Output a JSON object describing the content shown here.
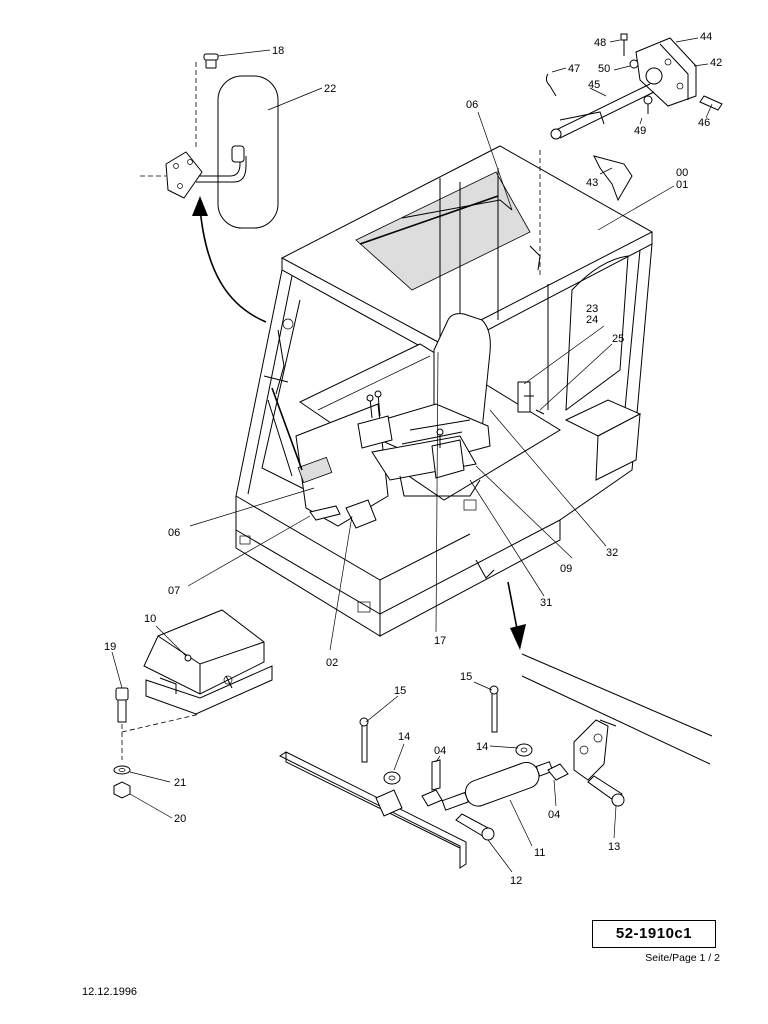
{
  "drawing": {
    "document_number": "52-1910c1",
    "page_reference": "Seite/Page 1 / 2",
    "date": "12.12.1996",
    "callouts": [
      {
        "id": "co-18",
        "label": "18"
      },
      {
        "id": "co-22",
        "label": "22"
      },
      {
        "id": "co-48",
        "label": "48"
      },
      {
        "id": "co-44",
        "label": "44"
      },
      {
        "id": "co-50",
        "label": "50"
      },
      {
        "id": "co-47",
        "label": "47"
      },
      {
        "id": "co-42",
        "label": "42"
      },
      {
        "id": "co-45",
        "label": "45"
      },
      {
        "id": "co-49",
        "label": "49"
      },
      {
        "id": "co-46",
        "label": "46"
      },
      {
        "id": "co-06a",
        "label": "06"
      },
      {
        "id": "co-43",
        "label": "43"
      },
      {
        "id": "co-00",
        "label": "00"
      },
      {
        "id": "co-01",
        "label": "01"
      },
      {
        "id": "co-23",
        "label": "23"
      },
      {
        "id": "co-24",
        "label": "24"
      },
      {
        "id": "co-25",
        "label": "25"
      },
      {
        "id": "co-06b",
        "label": "06"
      },
      {
        "id": "co-07",
        "label": "07"
      },
      {
        "id": "co-32",
        "label": "32"
      },
      {
        "id": "co-09",
        "label": "09"
      },
      {
        "id": "co-31",
        "label": "31"
      },
      {
        "id": "co-17",
        "label": "17"
      },
      {
        "id": "co-02",
        "label": "02"
      },
      {
        "id": "co-10",
        "label": "10"
      },
      {
        "id": "co-19",
        "label": "19"
      },
      {
        "id": "co-15a",
        "label": "15"
      },
      {
        "id": "co-15b",
        "label": "15"
      },
      {
        "id": "co-14a",
        "label": "14"
      },
      {
        "id": "co-04a",
        "label": "04"
      },
      {
        "id": "co-14b",
        "label": "14"
      },
      {
        "id": "co-21",
        "label": "21"
      },
      {
        "id": "co-04b",
        "label": "04"
      },
      {
        "id": "co-20",
        "label": "20"
      },
      {
        "id": "co-13",
        "label": "13"
      },
      {
        "id": "co-11",
        "label": "11"
      },
      {
        "id": "co-12",
        "label": "12"
      }
    ]
  }
}
